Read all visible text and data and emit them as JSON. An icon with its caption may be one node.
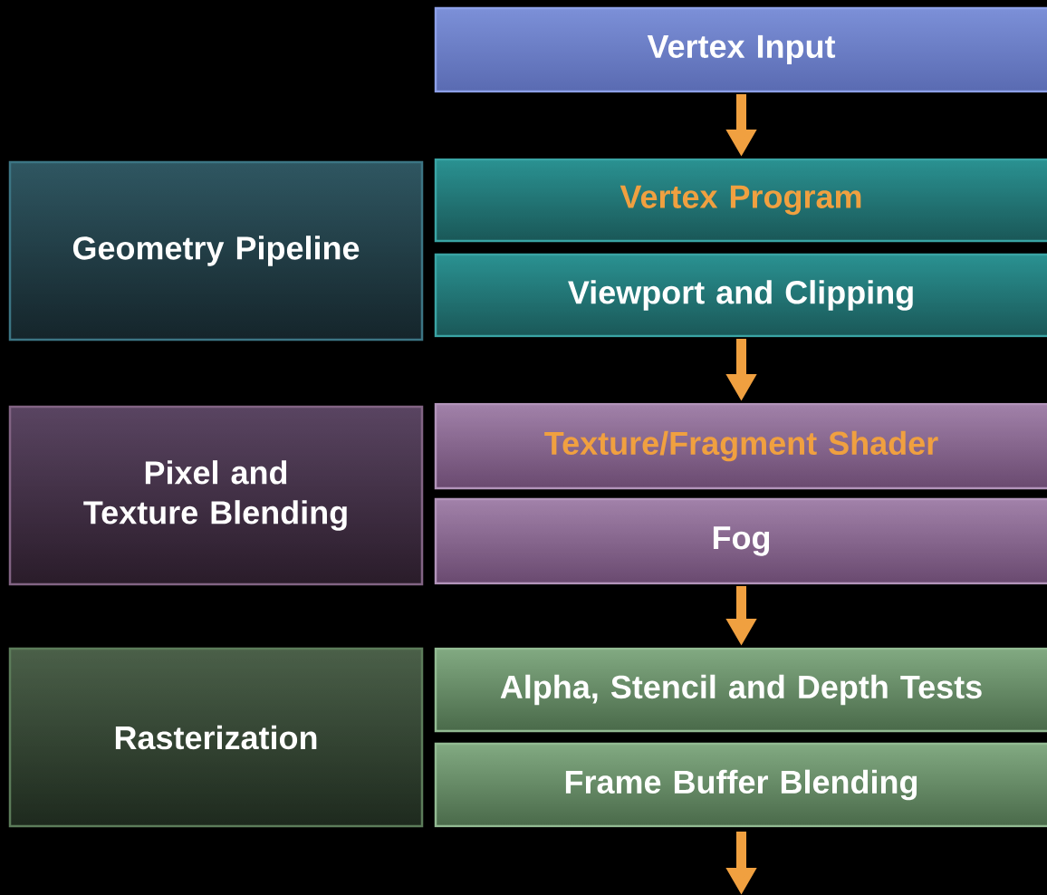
{
  "diagram": {
    "nodes": [
      {
        "text": [
          "Vertex Input"
        ]
      },
      {
        "text": [
          "Geometry Pipeline"
        ]
      },
      {
        "text": [
          "Vertex Program"
        ]
      },
      {
        "text": [
          "Viewport and Clipping"
        ]
      },
      {
        "text": [
          "Pixel and Texture Blending"
        ]
      },
      {
        "text": [
          "Texture/Fragment Shader"
        ]
      },
      {
        "text": [
          "Fog"
        ]
      },
      {
        "text": [
          "Rasterization"
        ]
      },
      {
        "text": [
          "Alpha, Stencil and Depth Tests"
        ]
      },
      {
        "text": [
          "Frame Buffer Blending"
        ]
      }
    ],
    "edges": [
      {
        "from": 0,
        "to": 2,
        "arrow": "to"
      },
      {
        "from": 3,
        "to": 5,
        "arrow": "to"
      },
      {
        "from": 6,
        "to": 8,
        "arrow": "to"
      },
      {
        "from": 9,
        "to": null,
        "arrow": "to"
      }
    ]
  }
}
